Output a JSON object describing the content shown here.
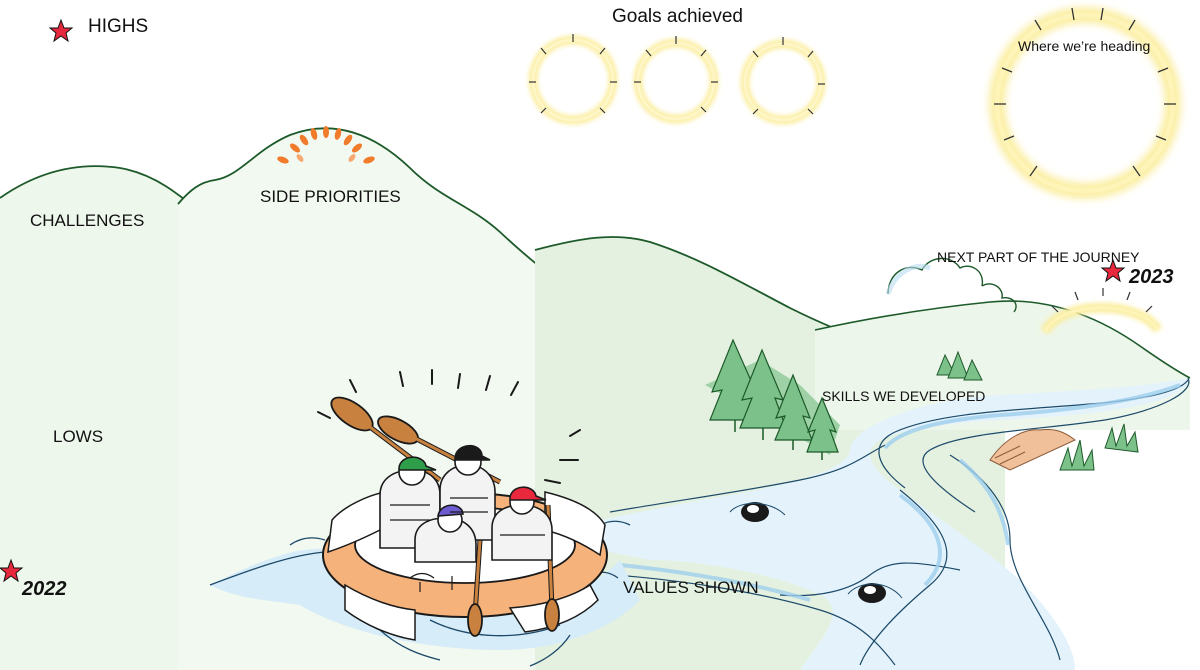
{
  "labels": {
    "highs": "HIGHS",
    "goals": "Goals achieved",
    "heading": "Where  we’re heading",
    "challenges": "CHALLENGES",
    "side_priorities": "SIDE PRIORITIES",
    "next_part": "NEXT PART OF THE JOURNEY",
    "skills": "SKILLS WE DEVELOPED",
    "lows": "LOWS",
    "values": "VALUES SHOWN"
  },
  "years": {
    "start": "2022",
    "end": "2023"
  },
  "colors": {
    "star": "#e8283c",
    "sun_glow": "#fbeea0",
    "hill_line": "#1d5a2a",
    "hill_fill": "#d7ecd2",
    "water": "#b9dcf2",
    "raft": "#f5b27a",
    "trees": "#7cc08a"
  }
}
